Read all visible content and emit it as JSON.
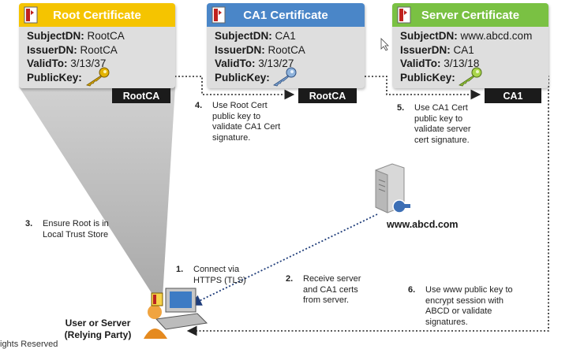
{
  "certificates": [
    {
      "title": "Root Certificate",
      "color": "#f5c400",
      "rows": [
        {
          "label": "SubjectDN:",
          "value": "RootCA"
        },
        {
          "label": "IssuerDN:",
          "value": "RootCA"
        },
        {
          "label": "ValidTo:",
          "value": "3/13/37"
        },
        {
          "label": "PublicKey:",
          "value": ""
        }
      ],
      "tag": "RootCA"
    },
    {
      "title": "CA1 Certificate",
      "color": "#4a86c8",
      "rows": [
        {
          "label": "SubjectDN:",
          "value": "CA1"
        },
        {
          "label": "IssuerDN:",
          "value": "RootCA"
        },
        {
          "label": "ValidTo:",
          "value": "3/13/27"
        },
        {
          "label": "PublicKey:",
          "value": ""
        }
      ],
      "tag": "RootCA"
    },
    {
      "title": "Server Certificate",
      "color": "#7ac143",
      "rows": [
        {
          "label": "SubjectDN:",
          "value": "www.abcd.com"
        },
        {
          "label": "IssuerDN:",
          "value": "CA1"
        },
        {
          "label": "ValidTo:",
          "value": "3/13/18"
        },
        {
          "label": "PublicKey:",
          "value": ""
        }
      ],
      "tag": "CA1"
    }
  ],
  "steps": [
    {
      "num": "1.",
      "text": "Connect via HTTPS (TLS)"
    },
    {
      "num": "2.",
      "text": "Receive server and CA1 certs from server."
    },
    {
      "num": "3.",
      "text": "Ensure Root is in Local Trust Store"
    },
    {
      "num": "4.",
      "text": "Use Root Cert public key to validate CA1 Cert signature."
    },
    {
      "num": "5.",
      "text": "Use CA1 Cert public key to validate server cert signature."
    },
    {
      "num": "6.",
      "text": "Use www public key to encrypt session with ABCD or validate signatures."
    }
  ],
  "server_label": "www.abcd.com",
  "client_label_line1": "User or Server",
  "client_label_line2": "(Relying Party)",
  "footer": "ights Reserved",
  "icons": {
    "cert": "certificate-icon",
    "key_gold": "gold-key-icon",
    "key_blue": "blue-key-icon",
    "key_green": "green-key-icon",
    "server": "server-icon",
    "client": "user-workstation-icon",
    "cursor": "mouse-cursor-icon"
  }
}
